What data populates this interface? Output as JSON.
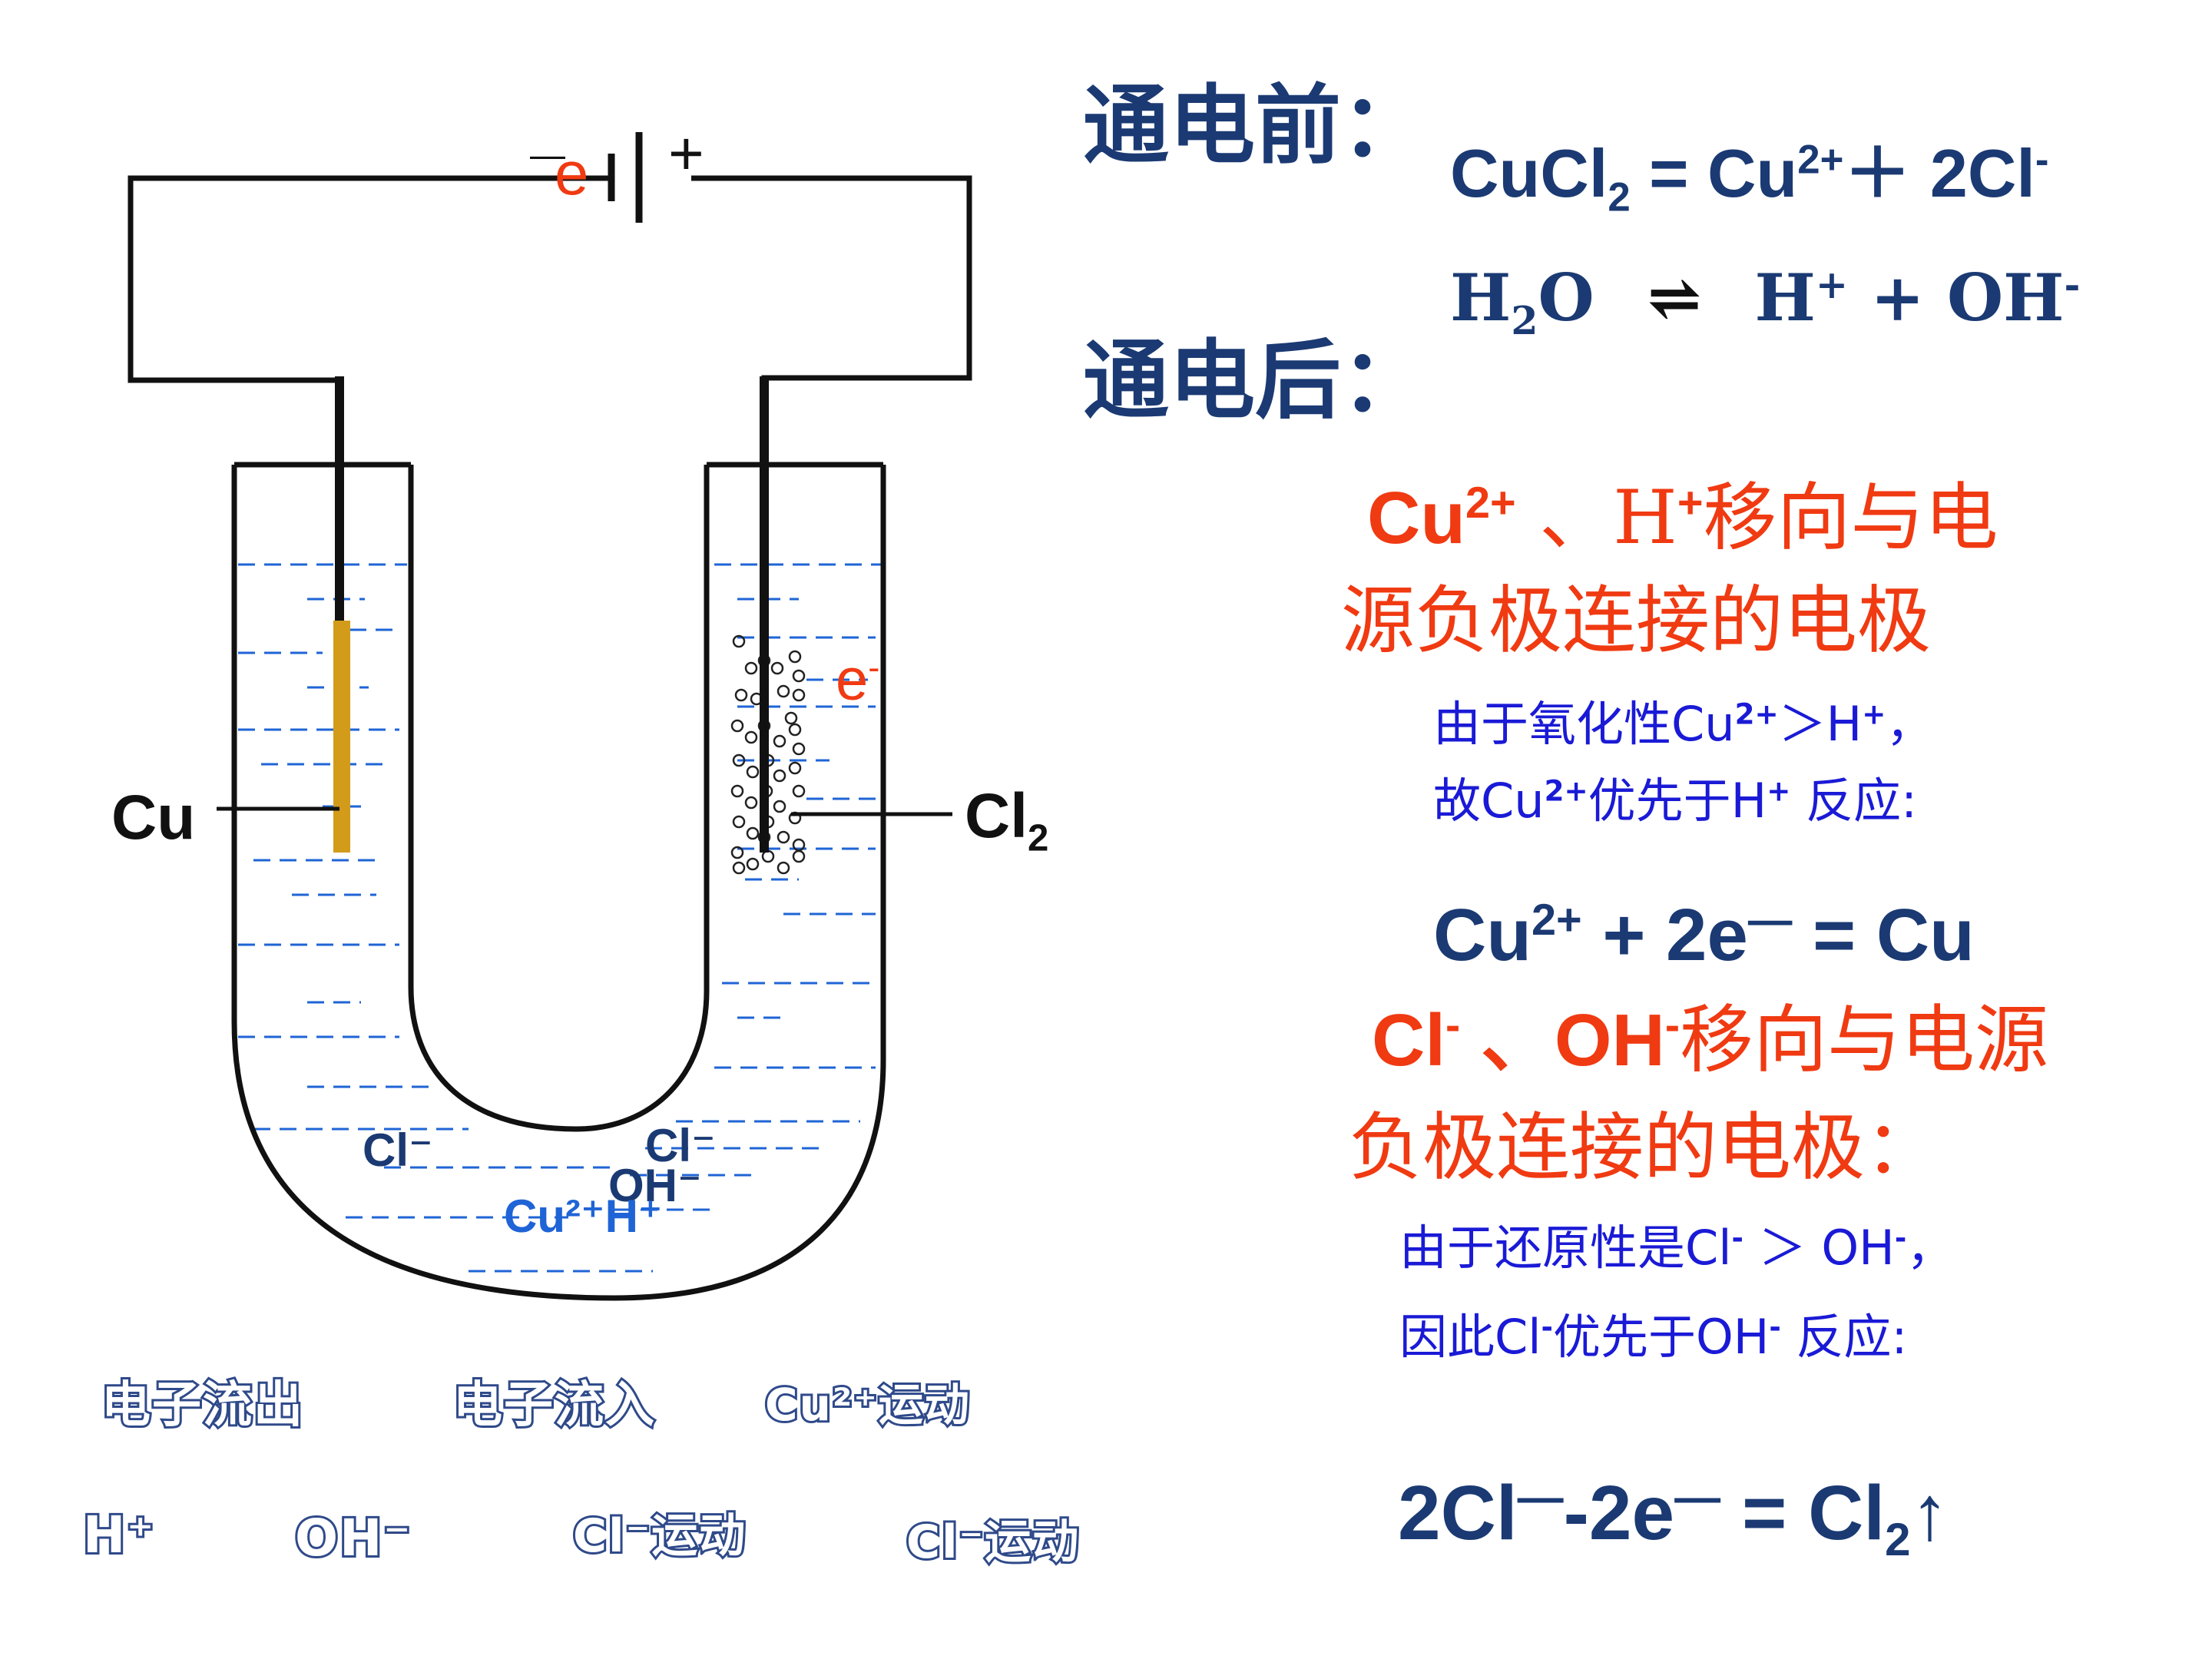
{
  "colors": {
    "navy": "#1b3a73",
    "red": "#f03a12",
    "blue": "#1a1ad6",
    "water_line": "#1f64d6",
    "copper_electrode": "#d29b19",
    "outline_label": "#2f4a8a"
  },
  "diagram": {
    "battery_electron": "e",
    "battery_minus": "—",
    "battery_plus": "+",
    "right_electron": "e",
    "right_electron_sup": "-",
    "left_label": "Cu",
    "right_label_main": "Cl",
    "right_label_sub": "2",
    "ion_cl_a": "Cl⁻",
    "ion_cl_b": "Cl⁻",
    "ion_cu_h": "Cu²⁺H⁺",
    "ion_oh": "OH⁻"
  },
  "equations": {
    "before_title": "通电前：",
    "cucl2": {
      "a": "CuCl",
      "a_sub": "2",
      "b": " = Cu",
      "b_sup": "2+",
      "c": "＋ 2Cl",
      "c_sup": "-"
    },
    "water": {
      "a": "H",
      "a_sub": "2",
      "b": "O",
      "arrow": "⇌",
      "c": "H",
      "c_sup": "+",
      "d": " + OH",
      "d_sup": "-"
    },
    "after_title": "通电后："
  },
  "cathode": {
    "line1_a": "Cu",
    "line1_a_sup": "2+",
    "line1_b": " 、H",
    "line1_b_sup": "+",
    "line1_c": "移向与电",
    "line2": "源负极连接的电极",
    "reason1_a": "由于氧化性Cu",
    "reason1_a_sup": "2+",
    "reason1_b": "＞H",
    "reason1_b_sup": "+",
    "reason1_c": "，",
    "reason2_a": "故Cu",
    "reason2_a_sup": "2+",
    "reason2_b": "优先于H",
    "reason2_b_sup": "+",
    "reason2_c": "  反应:",
    "eq_a": "Cu",
    "eq_a_sup": "2+",
    "eq_b": " + 2e",
    "eq_b_sup": "—",
    "eq_c": " = Cu"
  },
  "anode": {
    "line1_a": "Cl",
    "line1_a_sup": "-",
    "line1_b": " 、OH",
    "line1_b_sup": "-",
    "line1_c": "移向与电源",
    "line2": "负极连接的电极：",
    "reason1_a": "由于还原性是Cl",
    "reason1_a_sup": "-",
    "reason1_b": " ＞ OH",
    "reason1_b_sup": "-",
    "reason1_c": "，",
    "reason2_a": "因此Cl",
    "reason2_a_sup": "-",
    "reason2_b": "优先于OH",
    "reason2_b_sup": "-",
    "reason2_c": "  反应:",
    "eq_a": "2Cl",
    "eq_a_sup": "—",
    "eq_b": "-2e",
    "eq_b_sup": "—",
    "eq_c": " = Cl",
    "eq_c_sub": "2",
    "eq_d": "↑"
  },
  "buttons": {
    "electron_out": "电子流出",
    "electron_in": "电子流入",
    "cu_motion": "Cu²⁺运动",
    "h_plus": "H⁺",
    "oh_minus": "OH⁻",
    "cl_motion_1": "Cl⁻运动",
    "cl_motion_2": "Cl⁻运动"
  }
}
